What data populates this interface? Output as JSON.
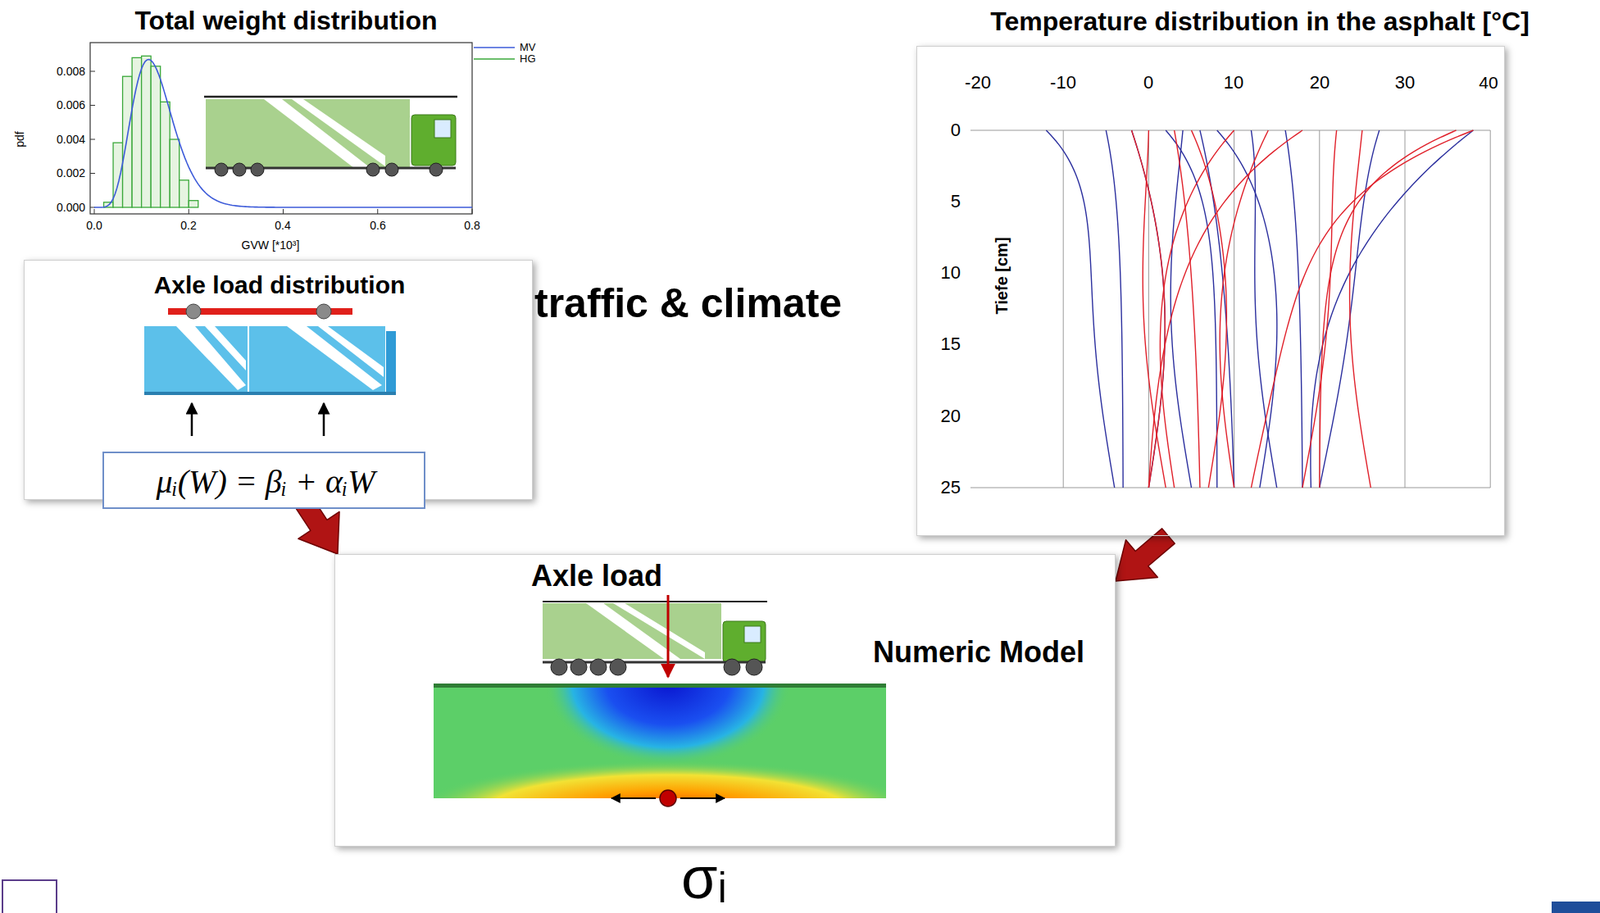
{
  "diagram": {
    "nodes": [
      {
        "text": [
          "Total weight distribution"
        ]
      },
      {
        "text": [
          "Axle load distribution"
        ]
      },
      {
        "text": [
          "μᵢ(W) = βᵢ + αᵢW"
        ],
        "in": 1
      },
      {
        "text": [
          "Temperature distribution in the asphalt [°C]"
        ]
      },
      {
        "text": [
          "Axle load",
          "Numeric Model"
        ]
      }
    ],
    "edges": [
      {
        "from": 1,
        "to": 4,
        "arrow": "to"
      },
      {
        "from": 3,
        "to": 4,
        "arrow": "to"
      }
    ],
    "labels": [
      "0.008",
      "0.006",
      "0.004",
      "0.002",
      "0.000",
      "0.0",
      "0.2",
      "0.4",
      "0.6",
      "0.8",
      "GVW [*10³]",
      "pdf",
      "traffic & climate",
      "-20",
      "-10",
      "0",
      "10",
      "20",
      "30",
      "40",
      "0",
      "5",
      "10",
      "15",
      "20",
      "25",
      "Tiefe [cm]",
      "σᵢ"
    ],
    "legend": [
      {
        "text": "MV"
      },
      {
        "text": "HG"
      }
    ]
  }
}
